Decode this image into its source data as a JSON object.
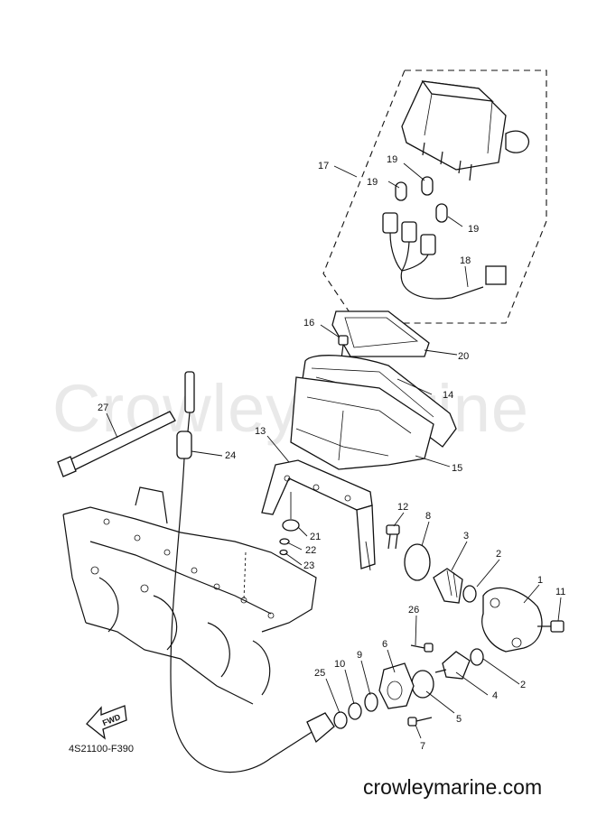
{
  "watermark": "Crowley Marine",
  "catalog_code": "4S21100-F390",
  "website": "crowleymarine.com",
  "fwd_label": "FWD",
  "callouts": [
    "1",
    "2",
    "2",
    "3",
    "4",
    "5",
    "6",
    "7",
    "8",
    "9",
    "10",
    "11",
    "12",
    "13",
    "14",
    "15",
    "16",
    "17",
    "18",
    "19",
    "19",
    "19",
    "20",
    "21",
    "22",
    "23",
    "24",
    "25",
    "26",
    "27"
  ]
}
